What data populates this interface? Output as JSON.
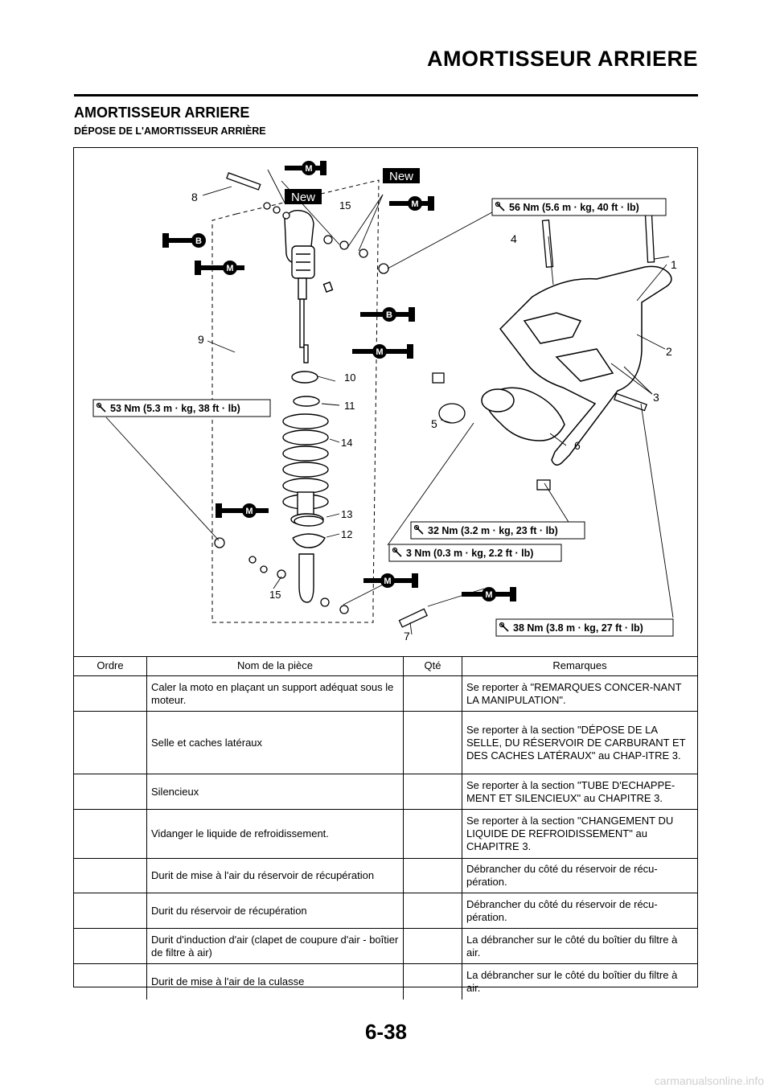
{
  "header": {
    "running_title": "AMORTISSEUR ARRIERE"
  },
  "section": {
    "title": "AMORTISSEUR ARRIERE",
    "subtitle": "DÉPOSE DE L'AMORTISSEUR ARRIÈRE"
  },
  "diagram": {
    "callouts": [
      "1",
      "2",
      "3",
      "4",
      "5",
      "6",
      "7",
      "8",
      "9",
      "10",
      "11",
      "12",
      "13",
      "14",
      "15",
      "15"
    ],
    "torque_labels": [
      "56 Nm (5.6 m · kg, 40 ft · lb)",
      "53 Nm (5.3 m · kg, 38 ft · lb)",
      "32 Nm (3.2 m · kg, 23 ft · lb)",
      "3 Nm (0.3 m · kg, 2.2 ft · lb)",
      "38 Nm (3.8 m · kg, 27 ft · lb)"
    ],
    "new_tags": [
      "New",
      "New"
    ],
    "lube_marks": [
      "M",
      "B",
      "M",
      "M",
      "B",
      "M",
      "M",
      "M",
      "M"
    ]
  },
  "table": {
    "headers": [
      "Ordre",
      "Nom de la pièce",
      "Qté",
      "Remarques"
    ],
    "rows": [
      {
        "order": "",
        "name": "Caler la moto en plaçant un support adéquat sous le moteur.",
        "qty": "",
        "remarks": "Se reporter à \"REMARQUES CONCER-NANT LA MANIPULATION\"."
      },
      {
        "order": "",
        "name": "Selle et caches latéraux",
        "qty": "",
        "remarks": "Se reporter à la section \"DÉPOSE DE LA SELLE, DU RÉSERVOIR DE CARBURANT ET DES CACHES LATÉRAUX\" au CHAP-ITRE 3."
      },
      {
        "order": "",
        "name": "Silencieux",
        "qty": "",
        "remarks": "Se reporter à la section \"TUBE D'ECHAPPE-MENT ET SILENCIEUX\" au CHAPITRE 3."
      },
      {
        "order": "",
        "name": "Vidanger le liquide de refroidissement.",
        "qty": "",
        "remarks": "Se reporter à la section \"CHANGEMENT DU LIQUIDE DE REFROIDISSEMENT\" au CHAPITRE 3."
      },
      {
        "order": "",
        "name": "Durit de mise à l'air du réservoir de récupération",
        "qty": "",
        "remarks": "Débrancher du côté du réservoir de récu-pération."
      },
      {
        "order": "",
        "name": "Durit du réservoir de récupération",
        "qty": "",
        "remarks": "Débrancher du côté du réservoir de récu-pération."
      },
      {
        "order": "",
        "name": "Durit d'induction d'air (clapet de coupure d'air - boîtier de filtre à air)",
        "qty": "",
        "remarks": "La débrancher sur le côté du boîtier du filtre à air."
      },
      {
        "order": "",
        "name": "Durit de mise à l'air de la culasse",
        "qty": "",
        "remarks": "La débrancher sur le côté du boîtier du filtre à air."
      }
    ]
  },
  "footer": {
    "page_number": "6-38",
    "watermark": "carmanualsonline.info"
  }
}
